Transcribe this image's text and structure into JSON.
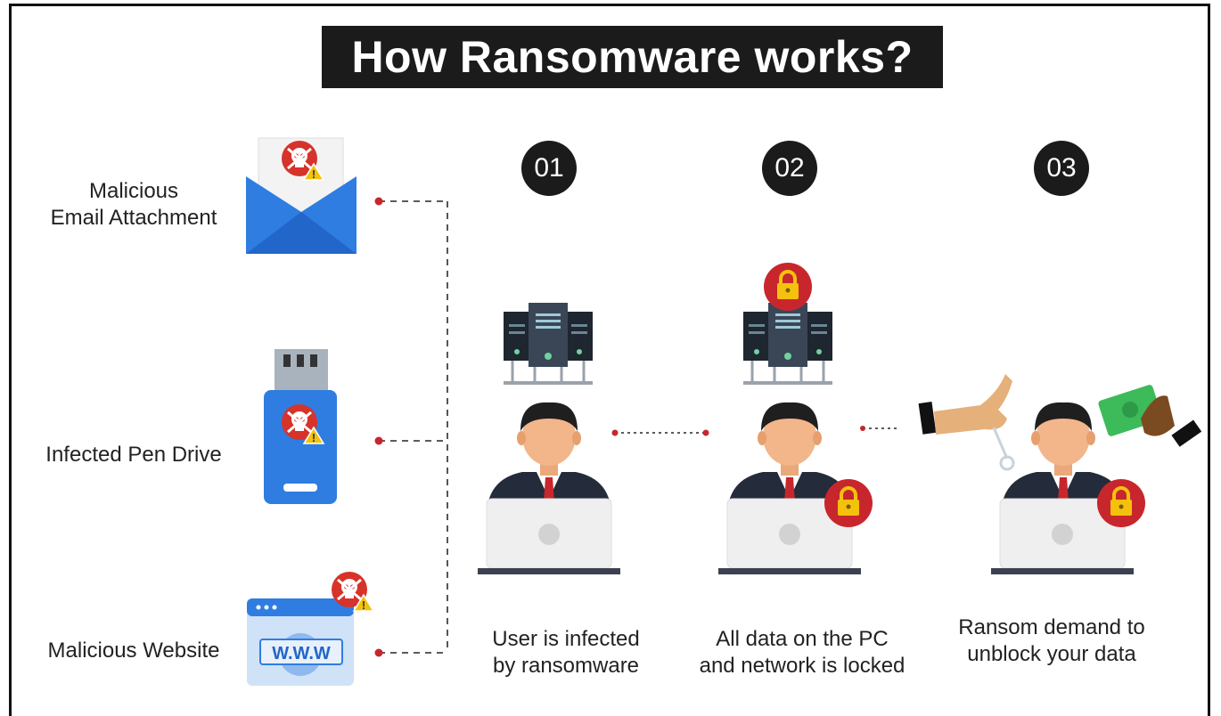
{
  "title": "How Ransomware works?",
  "sources": [
    {
      "label": "Malicious\nEmail Attachment",
      "icon": "email-skull-icon"
    },
    {
      "label": "Infected Pen Drive",
      "icon": "usb-drive-skull-icon"
    },
    {
      "label": "Malicious Website",
      "icon": "browser-www-skull-icon"
    }
  ],
  "browser_text": "W.W.W",
  "steps": [
    {
      "number": "01",
      "caption": "User is infected\nby ransomware"
    },
    {
      "number": "02",
      "caption": "All data on the PC\nand network is locked"
    },
    {
      "number": "03",
      "caption": "Ransom demand to\nunblock your data"
    }
  ],
  "colors": {
    "dark": "#1b1b1b",
    "accent_red": "#d6332b",
    "lock_yellow": "#f4c20d",
    "email_blue": "#2f7de1",
    "connector_red": "#c8262d"
  }
}
